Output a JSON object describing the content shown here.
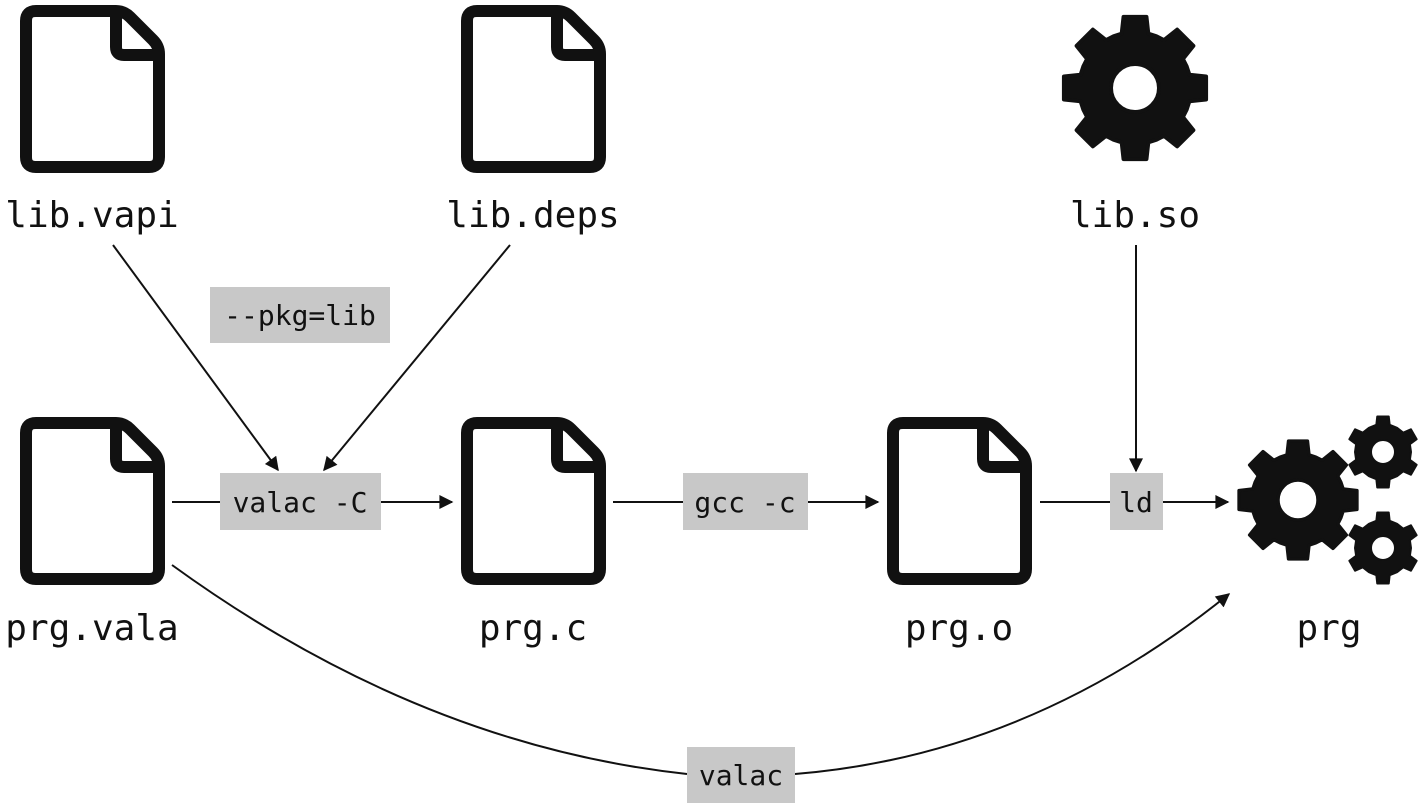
{
  "title": "Vala compilation pipeline",
  "colors": {
    "stroke": "#111111",
    "label_box": "#c8c8c8",
    "background": "#ffffff"
  },
  "nodes": {
    "lib_vapi": {
      "label": "lib.vapi",
      "icon": "file-icon"
    },
    "lib_deps": {
      "label": "lib.deps",
      "icon": "file-icon"
    },
    "lib_so": {
      "label": "lib.so",
      "icon": "gear-icon"
    },
    "prg_vala": {
      "label": "prg.vala",
      "icon": "file-icon"
    },
    "prg_c": {
      "label": "prg.c",
      "icon": "file-icon"
    },
    "prg_o": {
      "label": "prg.o",
      "icon": "file-icon"
    },
    "prg": {
      "label": "prg",
      "icon": "gears-icon"
    }
  },
  "edge_labels": {
    "pkg": "--pkg=lib",
    "valac_c": "valac -C",
    "gcc_c": "gcc -c",
    "ld": "ld",
    "valac": "valac"
  },
  "edges": [
    {
      "from": "lib.vapi",
      "to": "valac -C"
    },
    {
      "from": "lib.deps",
      "to": "valac -C"
    },
    {
      "from": "prg.vala",
      "to": "prg.c",
      "via": "valac -C"
    },
    {
      "from": "prg.c",
      "to": "prg.o",
      "via": "gcc -c"
    },
    {
      "from": "prg.o",
      "to": "prg",
      "via": "ld"
    },
    {
      "from": "lib.so",
      "to": "ld"
    },
    {
      "from": "prg.vala",
      "to": "prg",
      "via": "valac"
    }
  ]
}
